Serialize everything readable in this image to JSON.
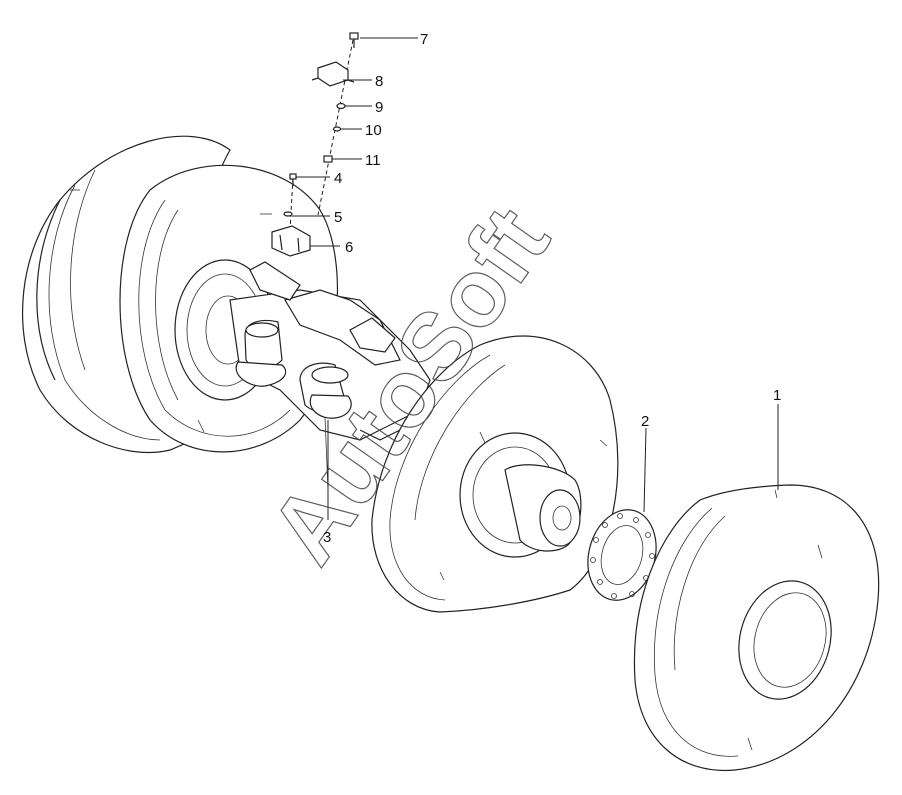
{
  "watermark": "AutoSoft",
  "callouts": [
    {
      "id": "1",
      "label": "1",
      "part": "tire"
    },
    {
      "id": "2",
      "label": "2",
      "part": "wheel-disc"
    },
    {
      "id": "3",
      "label": "3",
      "part": "axle-assembly"
    },
    {
      "id": "4",
      "label": "4",
      "part": "bolt"
    },
    {
      "id": "5",
      "label": "5",
      "part": "washer"
    },
    {
      "id": "6",
      "label": "6",
      "part": "bracket"
    },
    {
      "id": "7",
      "label": "7",
      "part": "bolt"
    },
    {
      "id": "8",
      "label": "8",
      "part": "mount-block"
    },
    {
      "id": "9",
      "label": "9",
      "part": "spring-washer"
    },
    {
      "id": "10",
      "label": "10",
      "part": "washer"
    },
    {
      "id": "11",
      "label": "11",
      "part": "nut"
    }
  ]
}
